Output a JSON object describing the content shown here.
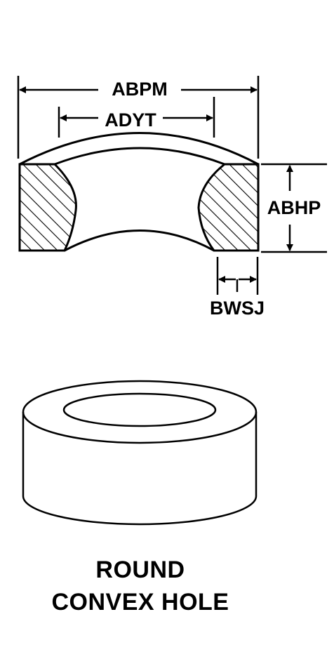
{
  "dimensions": {
    "outer_diameter": "ABPM",
    "inner_diameter": "ADYT",
    "height": "ABHP",
    "edge_width": "BWSJ"
  },
  "caption": {
    "line1": "ROUND",
    "line2": "CONVEX HOLE"
  },
  "colors": {
    "ink": "#000000",
    "background": "#ffffff"
  }
}
